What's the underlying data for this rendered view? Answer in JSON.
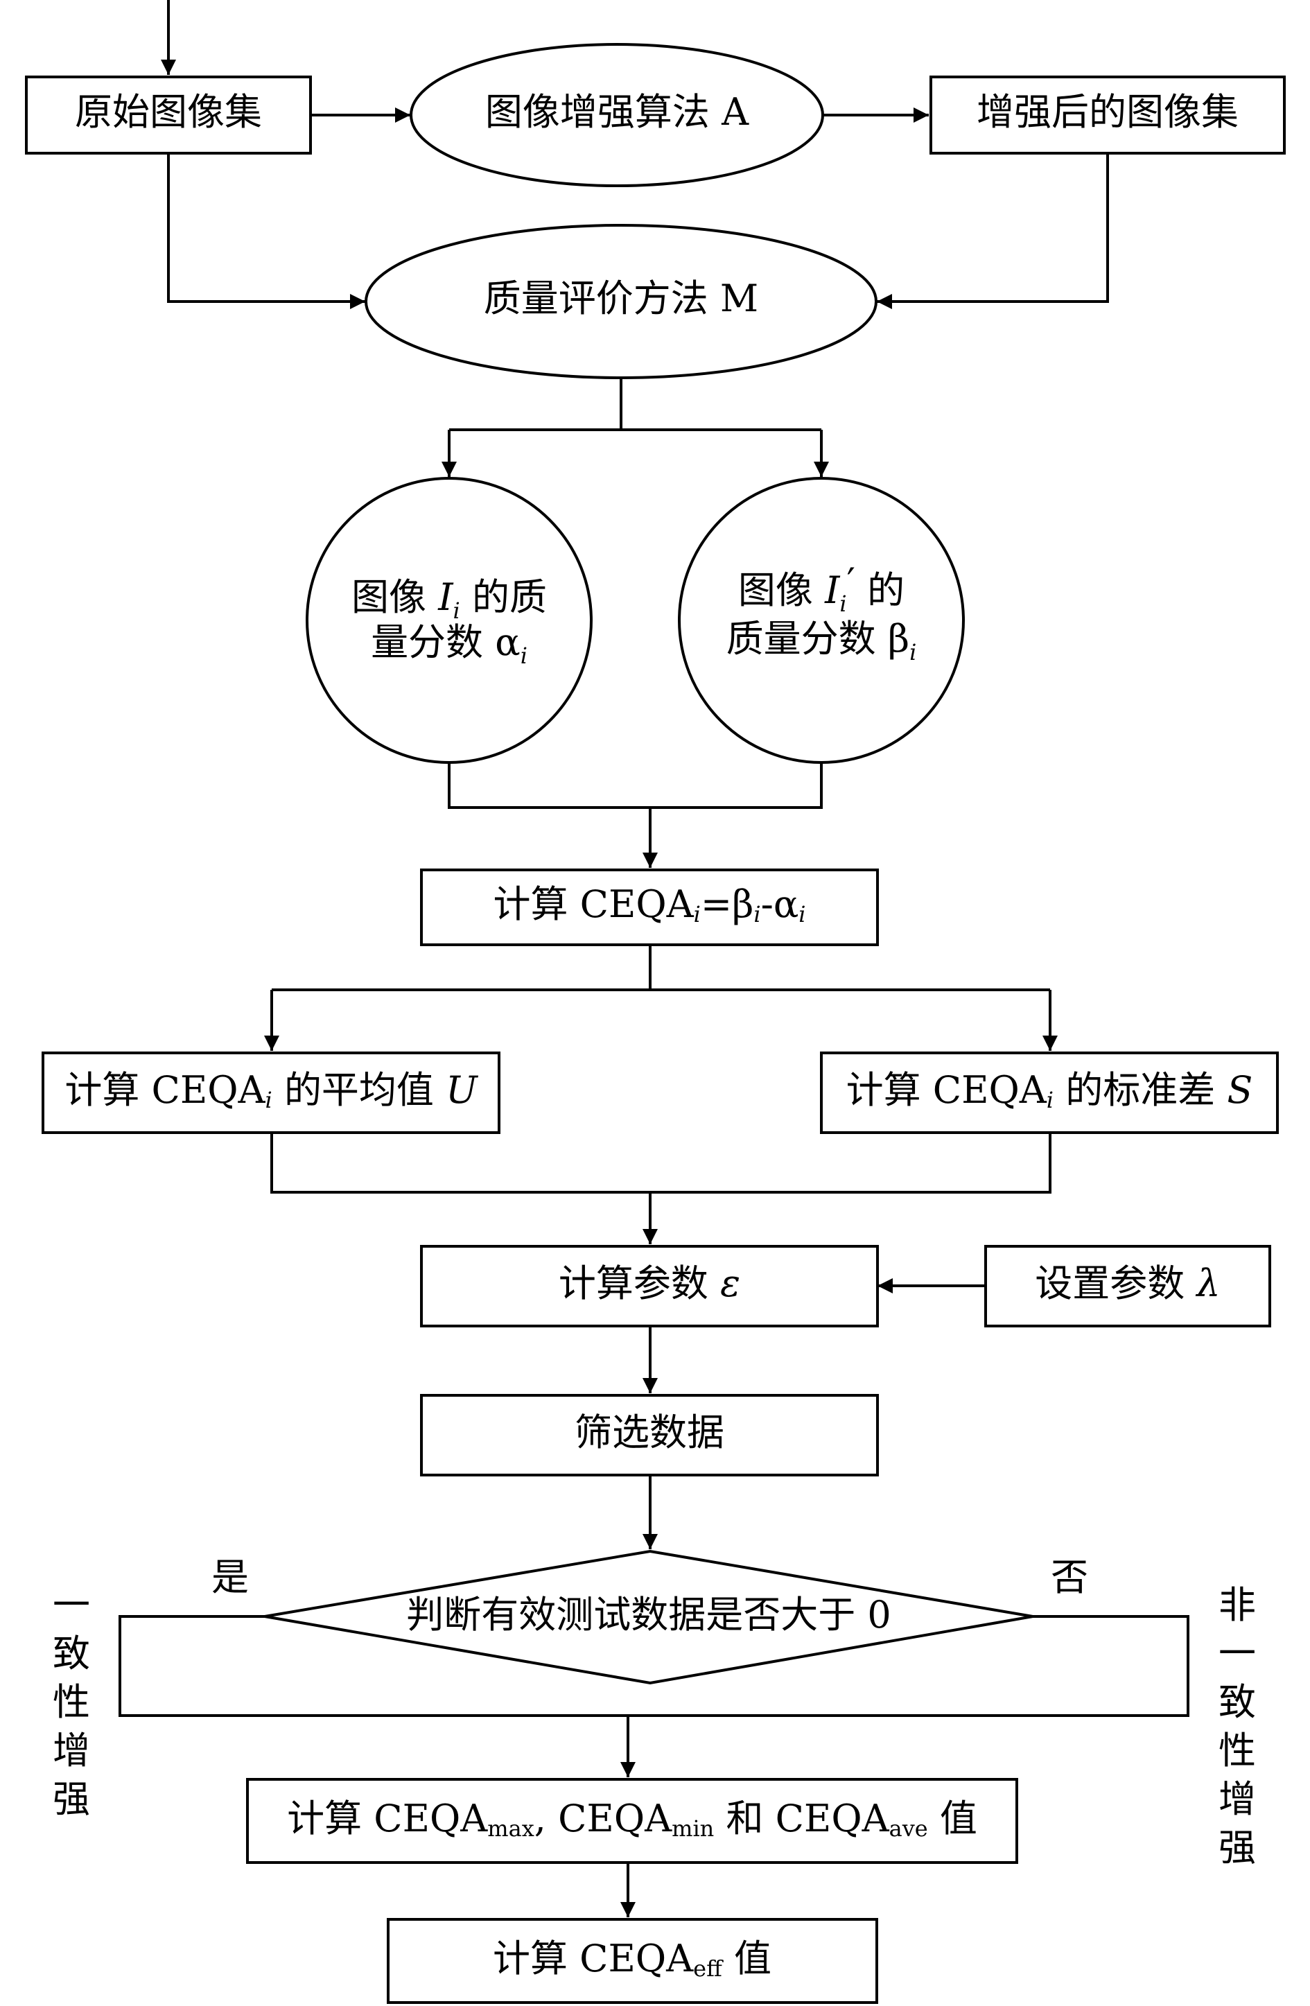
{
  "nodes": {
    "original_set": "原始图像集",
    "enhance_algo": "图像增强算法 A",
    "enhanced_set": "增强后的图像集",
    "quality_method": "质量评价方法 M",
    "score_alpha": {
      "line1_prefix": "图像",
      "var": "I",
      "sub": "i",
      "line1_suffix": "的质",
      "line2_prefix": "量分数",
      "greek": "α",
      "greek_sub": "i"
    },
    "score_beta": {
      "line1_prefix": "图像",
      "var": "I",
      "sub": "i",
      "prime": "′",
      "line1_suffix": "的",
      "line2_prefix": "质量分数",
      "greek": "β",
      "greek_sub": "i"
    },
    "compute_ceqa": {
      "prefix": "计算 CEQA",
      "sub1": "i",
      "eq": "=β",
      "sub2": "i",
      "minus": "-α",
      "sub3": "i"
    },
    "compute_mean": {
      "prefix": "计算 CEQA",
      "sub": "i",
      "suffix": "的平均值",
      "var": "U"
    },
    "compute_std": {
      "prefix": "计算 CEQA",
      "sub": "i",
      "suffix": "的标准差",
      "var": "S"
    },
    "compute_param": {
      "prefix": "计算参数",
      "var": "ε"
    },
    "set_param": {
      "prefix": "设置参数",
      "var": "λ"
    },
    "filter_data": "筛选数据",
    "decision": "判断有效测试数据是否大于 0",
    "compute_stats": {
      "p1": "计算 CEQA",
      "s1": "max",
      "p2": ", CEQA",
      "s2": "min",
      "p3": "和 CEQA",
      "s3": "ave",
      "p4": "值"
    },
    "compute_eff": {
      "p1": "计算 CEQA",
      "s1": "eff",
      "p2": "值"
    }
  },
  "branch_labels": {
    "yes": "是",
    "no": "否"
  },
  "side_labels": {
    "left": [
      "一",
      "致",
      "性",
      "增",
      "强"
    ],
    "right": [
      "非",
      "一",
      "致",
      "性",
      "增",
      "强"
    ]
  }
}
